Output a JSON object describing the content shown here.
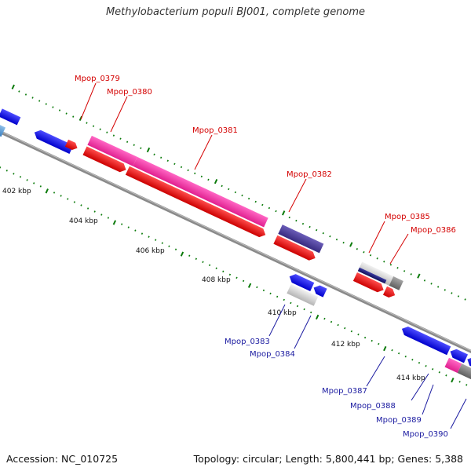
{
  "title": "Methylobacterium populi BJ001, complete genome",
  "footer": {
    "accession": "Accession: NC_010725",
    "summary": "Topology: circular; Length: 5,800,441 bp; Genes: 5,388"
  },
  "scale_labels": [
    "402 kbp",
    "404 kbp",
    "406 kbp",
    "408 kbp",
    "410 kbp",
    "412 kbp",
    "414 kbp"
  ],
  "gene_labels": {
    "forward": [
      "Mpop_0379",
      "Mpop_0380",
      "Mpop_0381",
      "Mpop_0382",
      "Mpop_0385",
      "Mpop_0386"
    ],
    "reverse": [
      "Mpop_0383",
      "Mpop_0384",
      "Mpop_0387",
      "Mpop_0388",
      "Mpop_0389",
      "Mpop_0390"
    ]
  },
  "colors": {
    "forward_label": "#d40000",
    "reverse_label": "#1a1aa0",
    "cds_forward": "#ff0000",
    "cds_reverse": "#0000ff",
    "gene_magenta": "#ff33aa",
    "gene_purple": "#4b3d99",
    "gene_gray": "#888888",
    "backbone": "#8a8a8a",
    "tick": "#0a7a0a"
  }
}
